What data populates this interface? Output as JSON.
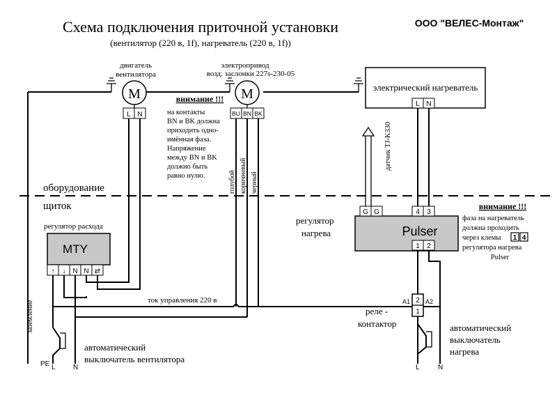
{
  "title": "Схема подключения приточной установки",
  "subtitle": "(вентилятор (220 в, 1f), нагреватель (220 в, 1f))",
  "company": "ООО \"ВЕЛЕС-Монтаж\"",
  "fan_motor": {
    "label_line1": "двигатель",
    "label_line2": "вентилятора",
    "symbol": "M",
    "terminals": [
      "L",
      "N"
    ]
  },
  "damper_motor": {
    "label_line1": "электропривод",
    "label_line2": "возд. заслонки 227s-230-05",
    "symbol": "M",
    "terminals": [
      "BU",
      "BN",
      "BK"
    ]
  },
  "heater": {
    "label": "электрический нагреватель",
    "terminals": [
      "L",
      "N"
    ]
  },
  "warning1": {
    "title": "внимание !!!",
    "lines": [
      "на контакты",
      "BN и BK должна",
      "приходить одно-",
      "имённая фаза.",
      "Напряжение",
      "между BN и BK",
      "должно быть",
      "равно нулю."
    ]
  },
  "wire_colors": {
    "blue": "голубой",
    "brown": "коричневый",
    "black": "черный"
  },
  "sensor": "датчик TJ-K330",
  "zones": {
    "equipment": "оборудование",
    "panel": "щиток"
  },
  "mty": {
    "label": "регулятор расхода",
    "name": "MTY",
    "terminals": [
      "↑",
      "↓",
      "N",
      "N",
      "⇄"
    ]
  },
  "pulser": {
    "label_line1": "регулятор",
    "label_line2": "нагрева",
    "name": "Pulser",
    "terminals_top": [
      "G",
      "G",
      "4",
      "3"
    ],
    "terminals_bottom": [
      "1",
      "2"
    ]
  },
  "warning2": {
    "title": "внимание !!!",
    "line1": "фаза на нагреватель",
    "line2": "должна проходить",
    "line3_prefix": "через клемы",
    "terminal_a": "1",
    "terminal_b": "4",
    "line4": "регулятора нагрева",
    "line5": "Pulser"
  },
  "control_current": "ток управления  220 в",
  "relay": {
    "label_line1": "реле -",
    "label_line2": "контактор",
    "a1": "A1",
    "a2": "A2",
    "t2": "2",
    "t1": "1"
  },
  "fan_breaker": {
    "line1": "автоматический",
    "line2": "выключатель вентилятора",
    "terminals": [
      "PE",
      "L",
      "N"
    ]
  },
  "heater_breaker": {
    "line1": "автоматический",
    "line2": "выключатель",
    "line3": "нагрева",
    "terminals": [
      "L",
      "N"
    ]
  },
  "ground_label": "заземление"
}
